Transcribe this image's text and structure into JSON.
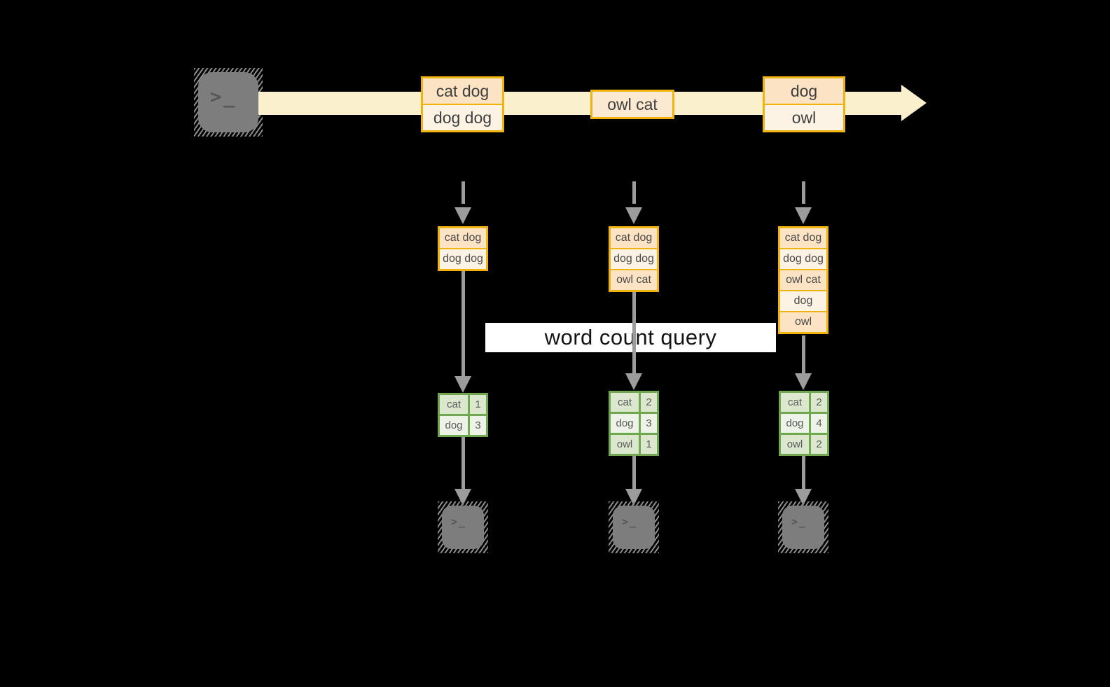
{
  "label": {
    "text": "word count query"
  },
  "icons": {
    "terminal_glyph": ">_"
  },
  "colors": {
    "background": "#000000",
    "stream_band": "#FAF0CD",
    "record_border": "#F1B40E",
    "record_fill_dark": "#FBE3C4",
    "record_fill_light": "#FDF3E4",
    "table_border": "#70A84F",
    "table_fill_dark": "#DBE8CE",
    "table_fill_light": "#EDF3E6",
    "arrow_gray": "#9C9C9C",
    "terminal_gray": "#7D7D7D",
    "label_bg": "#FFFFFF"
  },
  "stream": {
    "records": [
      {
        "rows": [
          "cat dog",
          "dog dog"
        ]
      },
      {
        "rows": [
          "owl cat"
        ]
      },
      {
        "rows": [
          "dog",
          "owl"
        ]
      }
    ]
  },
  "columns": [
    {
      "state_rows": [
        "cat dog",
        "dog dog"
      ],
      "counts": [
        [
          "cat",
          "1"
        ],
        [
          "dog",
          "3"
        ]
      ]
    },
    {
      "state_rows": [
        "cat dog",
        "dog dog",
        "owl cat"
      ],
      "counts": [
        [
          "cat",
          "2"
        ],
        [
          "dog",
          "3"
        ],
        [
          "owl",
          "1"
        ]
      ]
    },
    {
      "state_rows": [
        "cat dog",
        "dog dog",
        "owl cat",
        "dog",
        "owl"
      ],
      "counts": [
        [
          "cat",
          "2"
        ],
        [
          "dog",
          "4"
        ],
        [
          "owl",
          "2"
        ]
      ]
    }
  ]
}
